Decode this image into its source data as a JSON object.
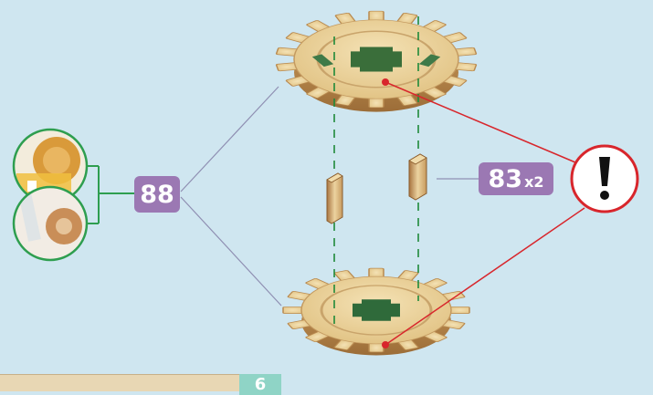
{
  "labels": {
    "part_a": "88",
    "part_b_number": "83",
    "part_b_multiplier": "x2",
    "step_number": "6"
  },
  "icons": {
    "warning": "exclamation-mark-icon"
  },
  "colors": {
    "background": "#cfe6f0",
    "label_fill": "#9b78b3",
    "warning_ring": "#d8262c",
    "thumbnail_ring": "#2e9e4f",
    "guide_dash": "#1f8a3a",
    "leader_line": "#8f8fb2",
    "wood": "#e8cf98",
    "step_badge": "#8fd4c6"
  }
}
